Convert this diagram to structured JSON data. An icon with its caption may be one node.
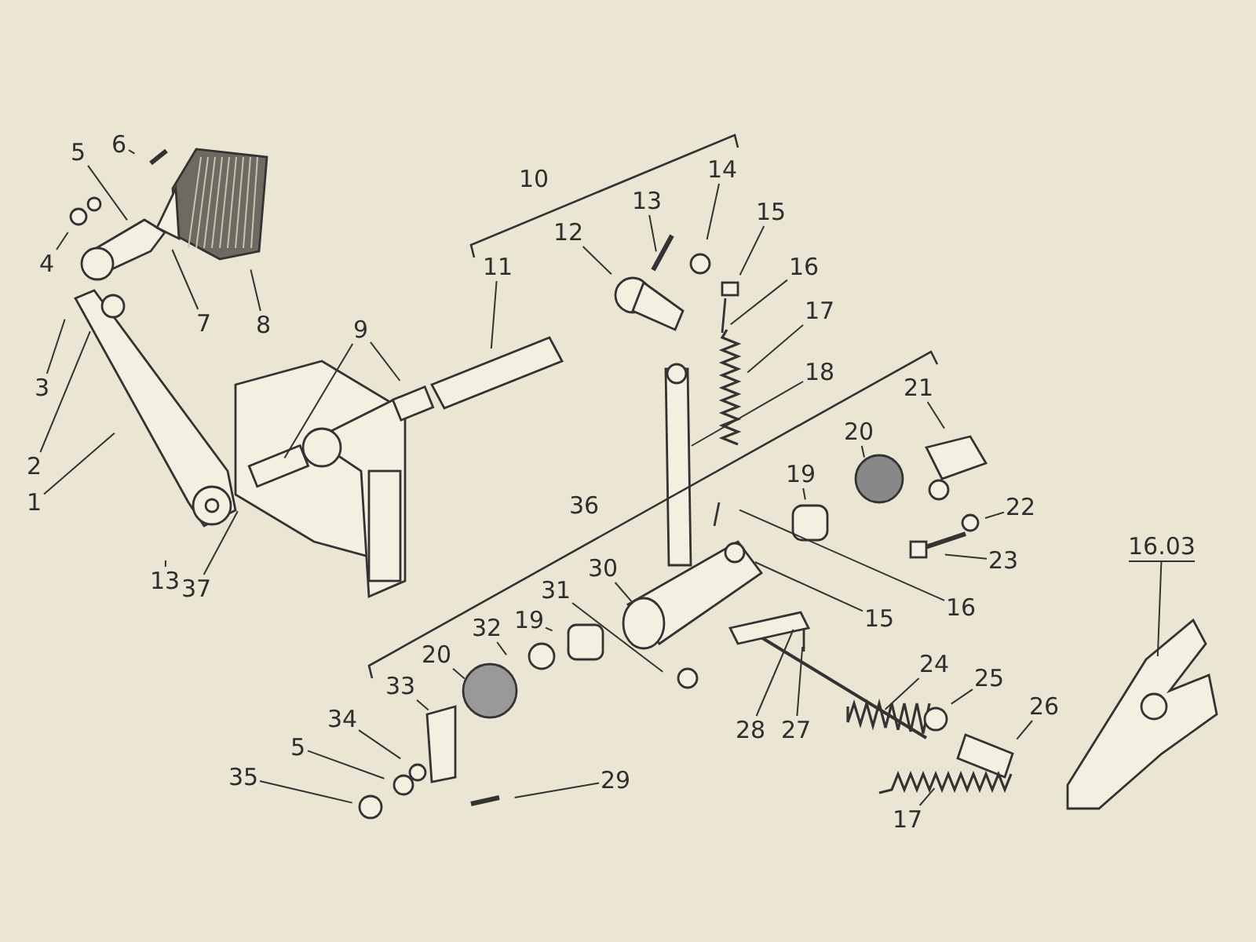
{
  "diagram": {
    "nodes": [
      {
        "text": [
          "5"
        ]
      },
      {
        "text": [
          "6"
        ]
      },
      {
        "text": [
          "4"
        ]
      },
      {
        "text": [
          "8"
        ]
      },
      {
        "text": [
          "7"
        ]
      },
      {
        "text": [
          "3"
        ]
      },
      {
        "text": [
          "2"
        ]
      },
      {
        "text": [
          "1"
        ]
      },
      {
        "text": [
          "9"
        ]
      },
      {
        "text": [
          "11"
        ]
      },
      {
        "text": [
          "12"
        ]
      },
      {
        "text": [
          "13"
        ]
      },
      {
        "text": [
          "14"
        ]
      },
      {
        "text": [
          "15"
        ]
      },
      {
        "text": [
          "16"
        ]
      },
      {
        "text": [
          "17"
        ]
      },
      {
        "text": [
          "18"
        ]
      },
      {
        "text": [
          "21"
        ]
      },
      {
        "text": [
          "20"
        ]
      },
      {
        "text": [
          "19"
        ]
      },
      {
        "text": [
          "22"
        ]
      },
      {
        "text": [
          "23"
        ]
      },
      {
        "text": [
          "16"
        ]
      },
      {
        "text": [
          "15"
        ]
      },
      {
        "text": [
          "13"
        ]
      },
      {
        "text": [
          "37"
        ]
      },
      {
        "text": [
          "30"
        ]
      },
      {
        "text": [
          "31"
        ]
      },
      {
        "text": [
          "19"
        ]
      },
      {
        "text": [
          "32"
        ]
      },
      {
        "text": [
          "20"
        ]
      },
      {
        "text": [
          "33"
        ]
      },
      {
        "text": [
          "34"
        ]
      },
      {
        "text": [
          "5"
        ]
      },
      {
        "text": [
          "35"
        ]
      },
      {
        "text": [
          "29"
        ]
      },
      {
        "text": [
          "28"
        ]
      },
      {
        "text": [
          "27"
        ]
      },
      {
        "text": [
          "24"
        ]
      },
      {
        "text": [
          "25"
        ]
      },
      {
        "text": [
          "26"
        ]
      },
      {
        "text": [
          "17"
        ]
      },
      {
        "text": [
          "16.03"
        ]
      }
    ],
    "edges": [
      {
        "from": 0,
        "to": null,
        "arrow": "none"
      },
      {
        "from": 1,
        "to": null,
        "arrow": "none"
      },
      {
        "from": 2,
        "to": null,
        "arrow": "none"
      },
      {
        "from": 3,
        "to": null,
        "arrow": "none"
      },
      {
        "from": 4,
        "to": null,
        "arrow": "none"
      },
      {
        "from": 5,
        "to": null,
        "arrow": "none"
      },
      {
        "from": 6,
        "to": null,
        "arrow": "none"
      },
      {
        "from": 7,
        "to": null,
        "arrow": "none"
      },
      {
        "from": 8,
        "to": null,
        "arrow": "none"
      },
      {
        "from": 8,
        "to": null,
        "arrow": "none"
      },
      {
        "from": 9,
        "to": null,
        "arrow": "none"
      },
      {
        "from": 10,
        "to": null,
        "arrow": "none"
      },
      {
        "from": 11,
        "to": null,
        "arrow": "none"
      },
      {
        "from": 12,
        "to": null,
        "arrow": "none"
      },
      {
        "from": 13,
        "to": null,
        "arrow": "none"
      },
      {
        "from": 14,
        "to": null,
        "arrow": "none"
      },
      {
        "from": 15,
        "to": null,
        "arrow": "none"
      },
      {
        "from": 16,
        "to": null,
        "arrow": "none"
      },
      {
        "from": 17,
        "to": null,
        "arrow": "none"
      },
      {
        "from": 18,
        "to": null,
        "arrow": "none"
      },
      {
        "from": 19,
        "to": null,
        "arrow": "none"
      },
      {
        "from": 20,
        "to": null,
        "arrow": "none"
      },
      {
        "from": 21,
        "to": null,
        "arrow": "none"
      },
      {
        "from": 22,
        "to": null,
        "arrow": "none"
      },
      {
        "from": 23,
        "to": null,
        "arrow": "none"
      },
      {
        "from": 24,
        "to": null,
        "arrow": "none"
      },
      {
        "from": 25,
        "to": null,
        "arrow": "none"
      },
      {
        "from": 26,
        "to": null,
        "arrow": "none"
      },
      {
        "from": 27,
        "to": null,
        "arrow": "none"
      },
      {
        "from": 28,
        "to": null,
        "arrow": "none"
      },
      {
        "from": 29,
        "to": null,
        "arrow": "none"
      },
      {
        "from": 30,
        "to": null,
        "arrow": "none"
      },
      {
        "from": 31,
        "to": null,
        "arrow": "none"
      },
      {
        "from": 32,
        "to": null,
        "arrow": "none"
      },
      {
        "from": 33,
        "to": null,
        "arrow": "none"
      },
      {
        "from": 34,
        "to": null,
        "arrow": "none"
      },
      {
        "from": 35,
        "to": null,
        "arrow": "none"
      },
      {
        "from": 36,
        "to": null,
        "arrow": "none"
      },
      {
        "from": 37,
        "to": null,
        "arrow": "none"
      },
      {
        "from": 38,
        "to": null,
        "arrow": "none"
      },
      {
        "from": 39,
        "to": null,
        "arrow": "none"
      },
      {
        "from": 40,
        "to": null,
        "arrow": "none"
      },
      {
        "from": 41,
        "to": null,
        "arrow": "none"
      },
      {
        "from": 42,
        "to": null,
        "arrow": "none"
      }
    ],
    "labels": [
      "10",
      "36"
    ]
  }
}
